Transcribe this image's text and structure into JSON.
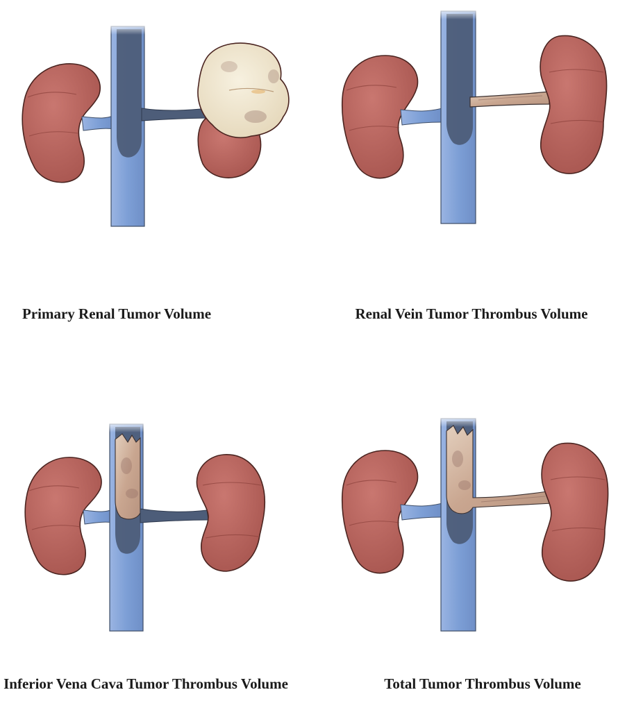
{
  "panels": [
    {
      "id": "primary",
      "caption": "Primary Renal Tumor Volume"
    },
    {
      "id": "renal-vein",
      "caption": "Renal Vein Tumor Thrombus Volume"
    },
    {
      "id": "ivc",
      "caption": "Inferior Vena Cava Tumor Thrombus Volume"
    },
    {
      "id": "total",
      "caption": "Total Tumor Thrombus Volume"
    }
  ],
  "colors": {
    "kidney": "#b9625c",
    "kidney_outline": "#4a2420",
    "vein": "#7d9fd6",
    "vein_dark": "#4d5d79",
    "tumor": "#efe6cf",
    "thrombus": "#cdae98"
  }
}
